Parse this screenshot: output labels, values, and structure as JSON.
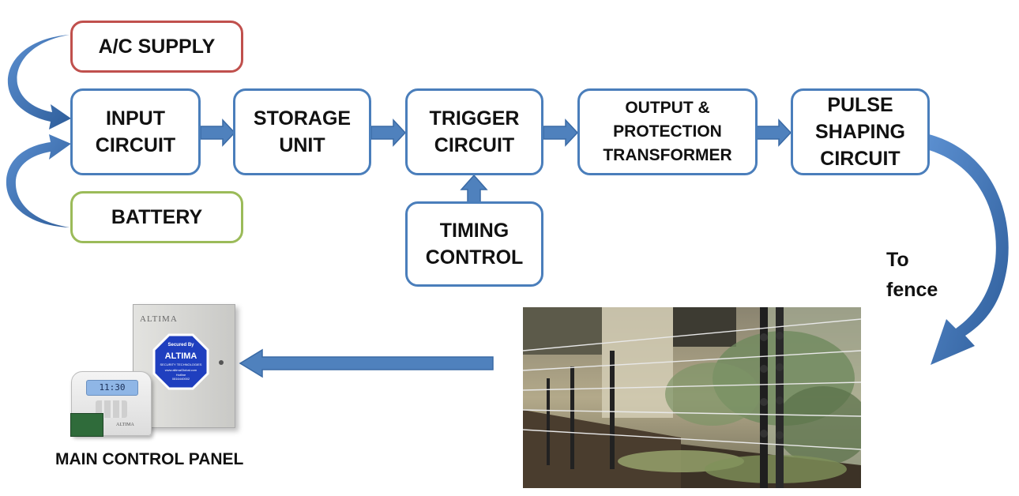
{
  "blocks": {
    "ac_supply": "A/C SUPPLY",
    "input_circuit": "INPUT\nCIRCUIT",
    "battery": "BATTERY",
    "storage_unit": "STORAGE\nUNIT",
    "trigger_circuit": "TRIGGER\nCIRCUIT",
    "timing_control": "TIMING\nCONTROL",
    "output_protection": "OUTPUT &\nPROTECTION\nTRANSFORMER",
    "pulse_shaping": "PULSE\nSHAPING\nCIRCUIT"
  },
  "labels": {
    "to_fence": "To\nfence",
    "main_panel": "MAIN CONTROL PANEL"
  },
  "panel": {
    "brand": "ALTIMA",
    "sticker_top": "Secured By",
    "sticker_brand": "ALTIMA",
    "sticker_sub": "SECURITY TECHNOLOGIES",
    "sticker_web": "www.altimaGlobal.com",
    "sticker_hotline": "Hotline",
    "sticker_number": "0816440002",
    "keypad_time": "11:30",
    "keypad_brand": "ALTIMA"
  },
  "colors": {
    "box_border": "#4a7ebb",
    "ac_border": "#c0504d",
    "battery_border": "#9bbb59",
    "arrow_fill": "#4f81bd"
  }
}
